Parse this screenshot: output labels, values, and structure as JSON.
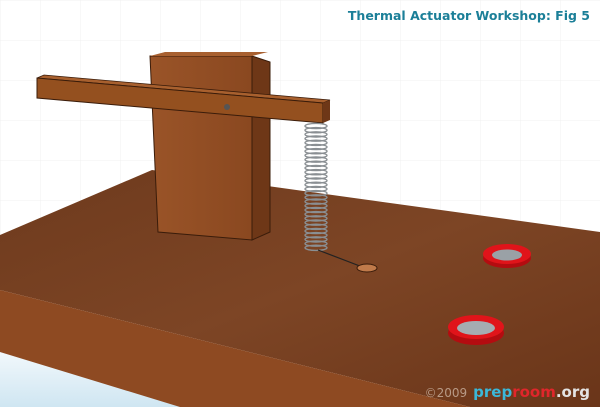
{
  "figure": {
    "title": "Thermal Actuator Workshop: Fig 5",
    "copyright": "©2009",
    "brand": {
      "part1": "prep",
      "part2": "room",
      "part3": ".org"
    },
    "colors": {
      "wood": "#7a3f1c",
      "ring": "#e0141a",
      "title": "#1b7f98",
      "brand_blue": "#3bb8d8"
    }
  }
}
